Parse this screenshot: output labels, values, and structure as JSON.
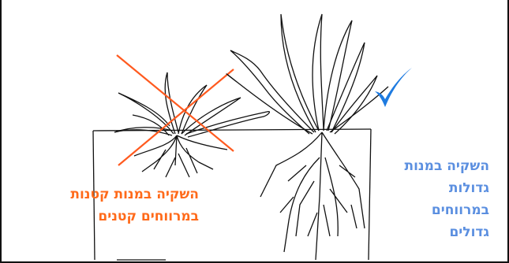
{
  "title": "",
  "left_label": {
    "line1": "השקיה במנות קטנות",
    "line2": "במרווחים קטנים"
  },
  "right_label": {
    "line1": "השקיה במנות",
    "line2": "גדולות",
    "line3": "במרווחים",
    "line4": "גדולים"
  },
  "colors": {
    "bad": "#ff6a1a",
    "good": "#5b8fe0",
    "cross": "#ff5a1f",
    "check": "#1e7be0",
    "title": "#8b1a1a"
  },
  "icons": {
    "cross": "cross-mark-icon",
    "check": "check-mark-icon"
  }
}
